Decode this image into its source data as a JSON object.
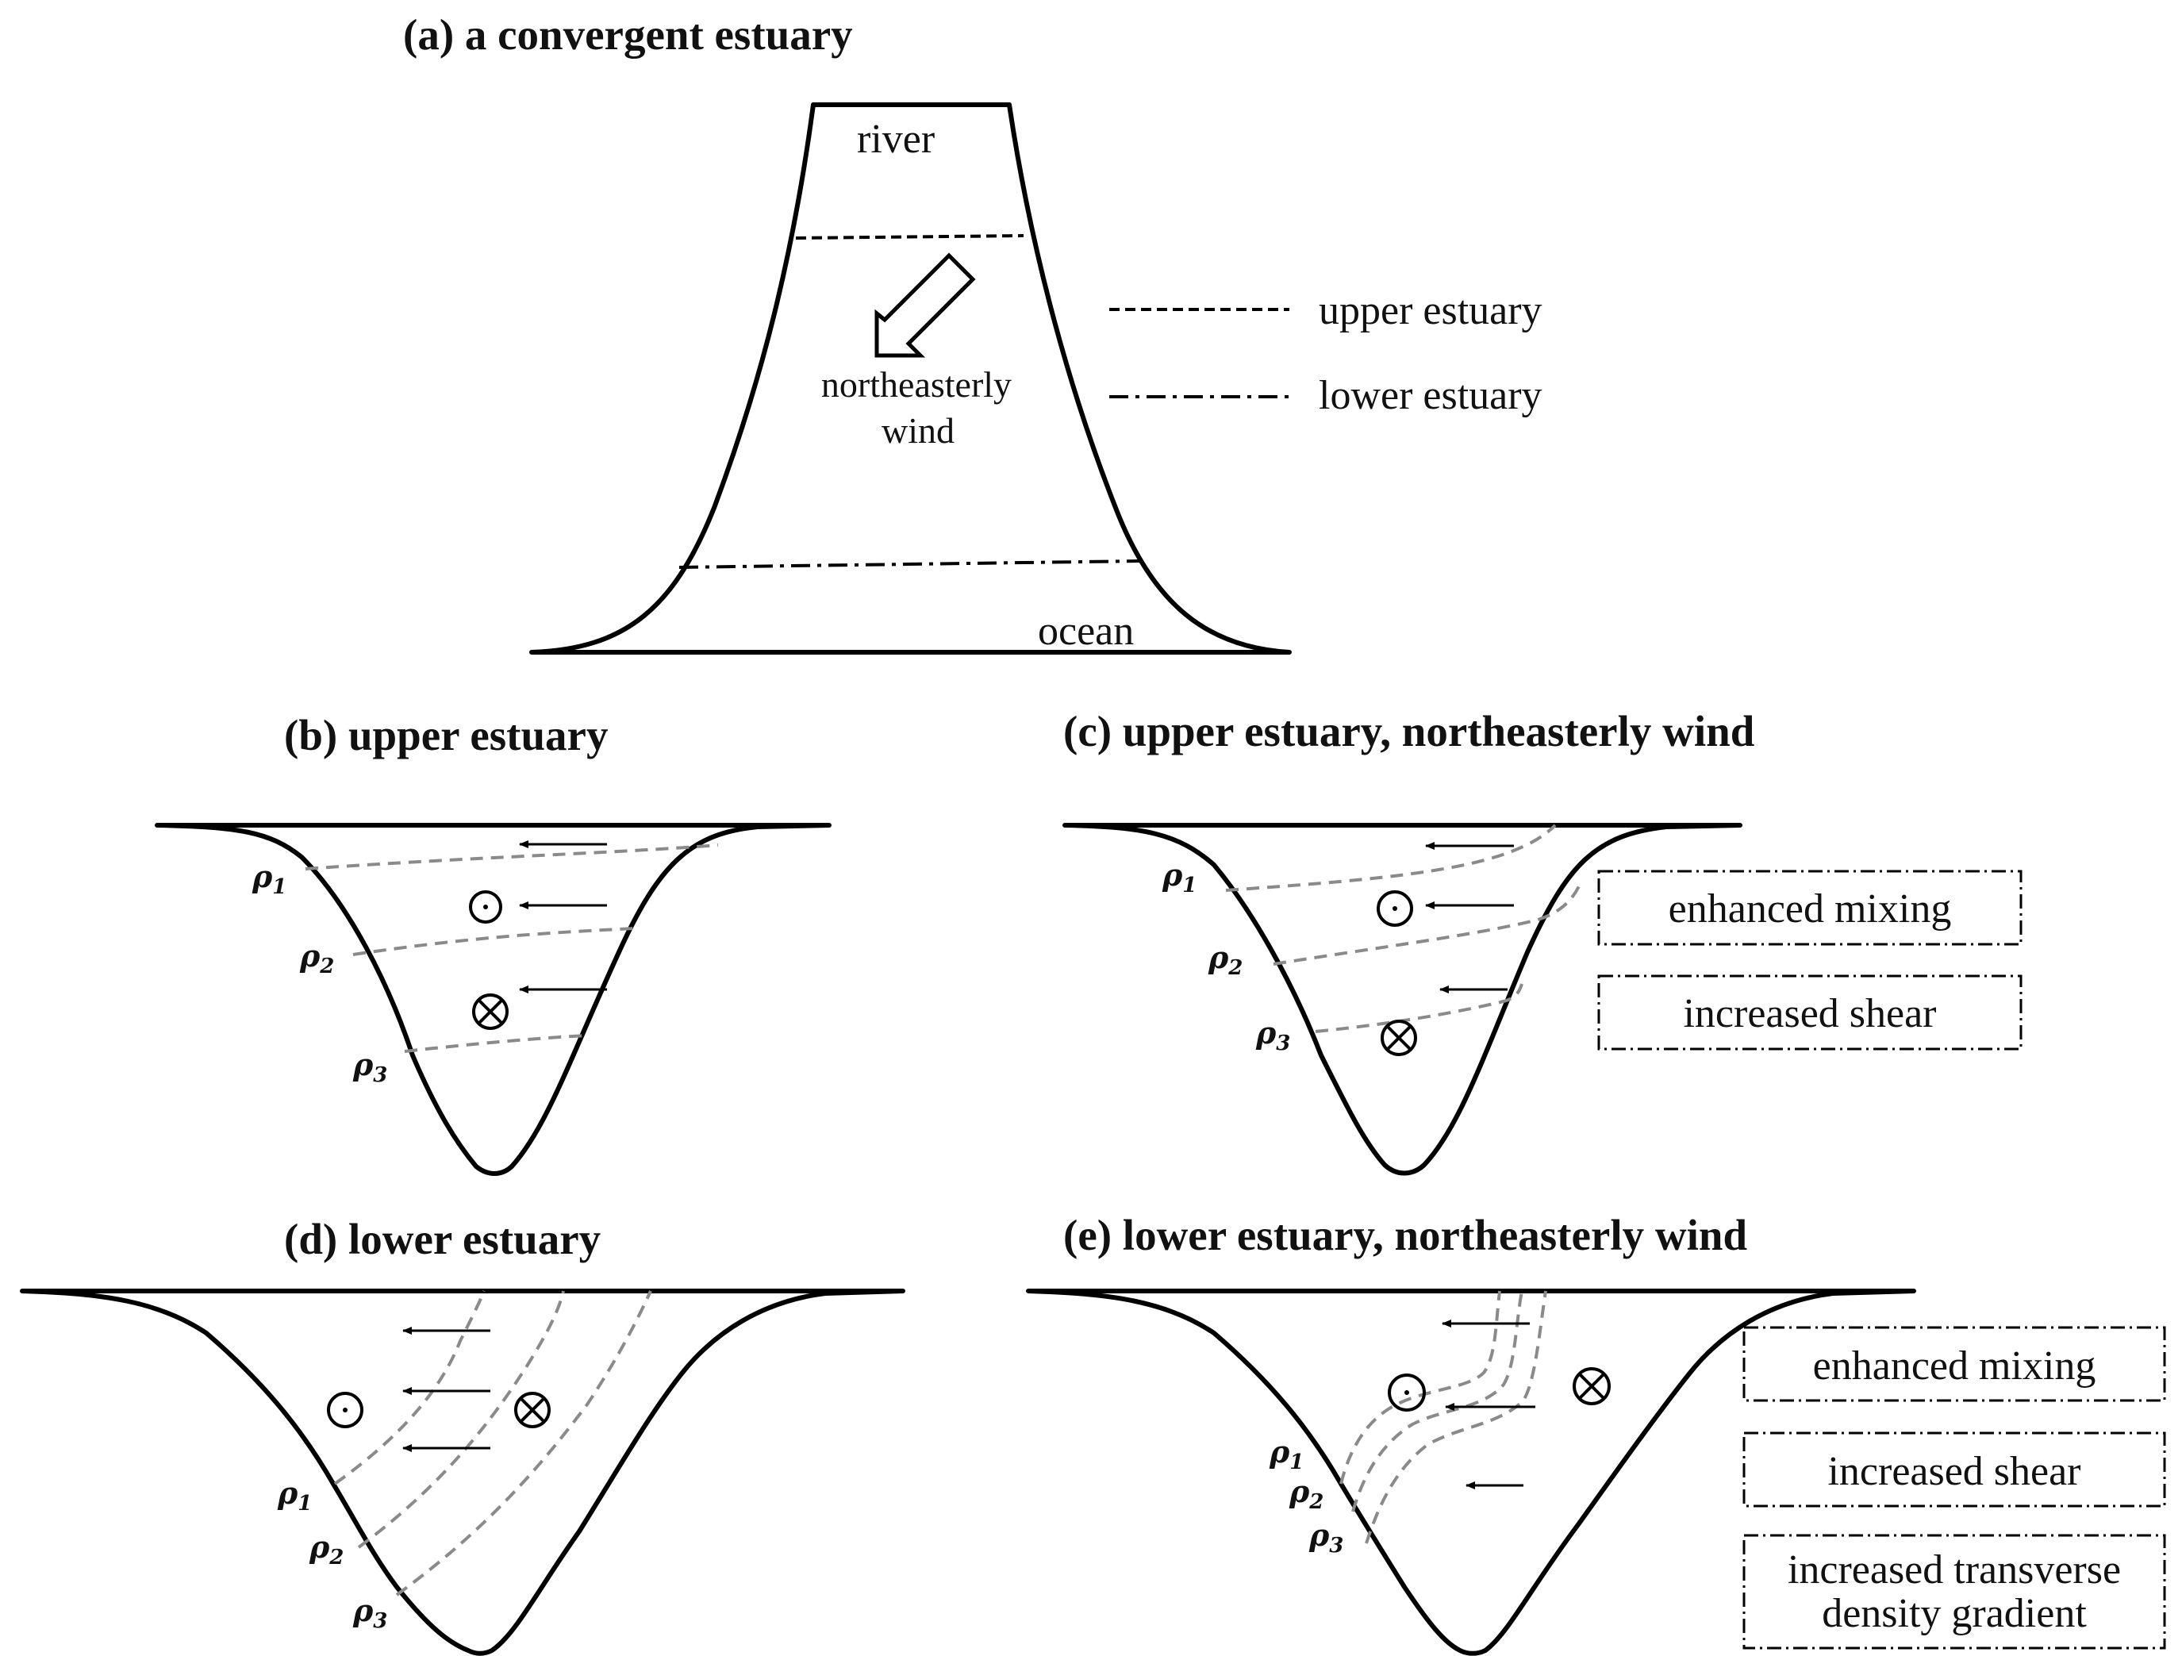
{
  "panels": {
    "a": {
      "title": "(a) a convergent estuary",
      "river_label": "river",
      "ocean_label": "ocean",
      "wind_label_line1": "northeasterly",
      "wind_label_line2": "wind",
      "legend": [
        {
          "style": "dashed",
          "label": "upper estuary"
        },
        {
          "style": "dash-dot",
          "label": "lower estuary"
        }
      ]
    },
    "b": {
      "title": "(b) upper estuary",
      "isopycnals": [
        "1",
        "2",
        "3"
      ]
    },
    "c": {
      "title": "(c) upper estuary, northeasterly wind",
      "isopycnals": [
        "1",
        "2",
        "3"
      ],
      "boxes": [
        "enhanced mixing",
        "increased shear"
      ]
    },
    "d": {
      "title": "(d) lower estuary",
      "isopycnals": [
        "1",
        "2",
        "3"
      ]
    },
    "e": {
      "title": "(e) lower estuary, northeasterly wind",
      "isopycnals": [
        "1",
        "2",
        "3"
      ],
      "boxes": [
        "enhanced mixing",
        "increased shear"
      ],
      "box3_line1": "increased transverse",
      "box3_line2": "density gradient"
    }
  },
  "symbols": {
    "rho": "ρ",
    "out_of_page": "circle-dot",
    "into_page": "circle-cross"
  }
}
